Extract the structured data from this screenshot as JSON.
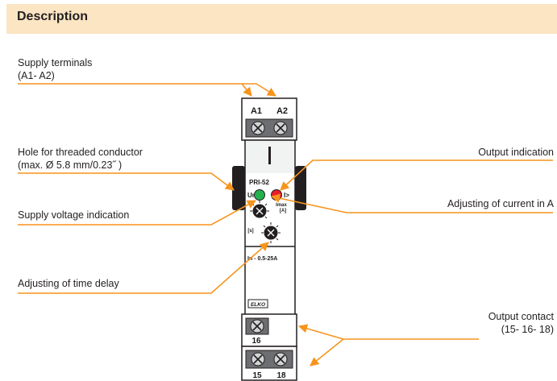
{
  "header": {
    "title": "Description"
  },
  "labels": {
    "supply_terminals": {
      "line1": "Supply terminals",
      "line2": "(A1- A2)"
    },
    "hole_conductor": {
      "line1": "Hole for threaded conductor",
      "line2": "(max. Ø 5.8 mm/0.23˝ )"
    },
    "supply_voltage": "Supply voltage indication",
    "time_delay": "Adjusting of time delay",
    "output_indication": "Output indication",
    "current_adjust": "Adjusting of current in A",
    "output_contact": {
      "line1": "Output contact",
      "line2": "(15- 16- 18)"
    }
  },
  "device": {
    "top_terminals": [
      "A1",
      "A2"
    ],
    "model": "PRI-52",
    "led_left_label": "Un",
    "led_right_label": "I>",
    "dial1_unit_top": "Imax",
    "dial1_unit_bottom": "[A]",
    "dial2_unit": "[s]",
    "range": "In - 0.5-25A",
    "brand": "ELKO",
    "mid_terminal": "16",
    "bottom_terminals": [
      "15",
      "18"
    ]
  },
  "colors": {
    "header_bg": "#fbe5c3",
    "leader_line": "#f7941d",
    "led_green": "#22b24c",
    "led_red": "#e8202a",
    "terminal_gray": "#a7a9ac"
  }
}
